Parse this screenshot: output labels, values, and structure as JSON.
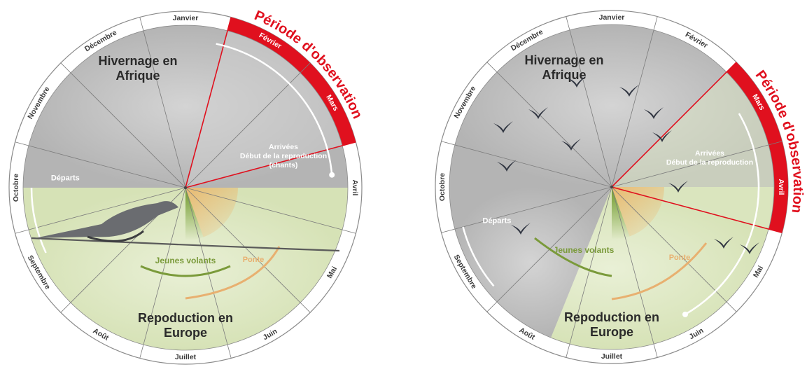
{
  "wheels": [
    {
      "months": [
        "Janvier",
        "Février",
        "Mars",
        "Avril",
        "Mai",
        "Juin",
        "Juillet",
        "Août",
        "Septembre",
        "Octobre",
        "Novembre",
        "Décembre"
      ],
      "highlight_months": [
        "Février",
        "Mars"
      ],
      "region_top": [
        "Hivernage en",
        "Afrique"
      ],
      "region_bottom": [
        "Repoduction en",
        "Europe"
      ],
      "observation_label": "Période d'observation",
      "arrivals": [
        "Arrivées",
        "Début de la reproduction",
        "(chants)"
      ],
      "young_label": "Jeunes volants",
      "laying_label": "Ponte",
      "departures_label": "Départs",
      "bird_icon": "cuckoo-on-wire-icon"
    },
    {
      "months": [
        "Janvier",
        "Février",
        "Mars",
        "Avril",
        "Mai",
        "Juin",
        "Juillet",
        "Août",
        "Septembre",
        "Octobre",
        "Novembre",
        "Décembre"
      ],
      "highlight_months": [
        "Mars",
        "Avril"
      ],
      "region_top": [
        "Hivernage en",
        "Afrique"
      ],
      "region_bottom": [
        "Repoduction en",
        "Europe"
      ],
      "observation_label": "Période d'observation",
      "arrivals": [
        "Arrivées",
        "Début de la reproduction"
      ],
      "young_label": "Jeunes volants",
      "laying_label": "Ponte",
      "departures_label": "Départs",
      "bird_icon": "swift-silhouette-icon"
    }
  ],
  "colors": {
    "winter": "#bdbdbd",
    "summer": "#dfe8c8",
    "observation": "#e0101e",
    "young": "#7a9a3a",
    "laying": "#e8b070"
  }
}
